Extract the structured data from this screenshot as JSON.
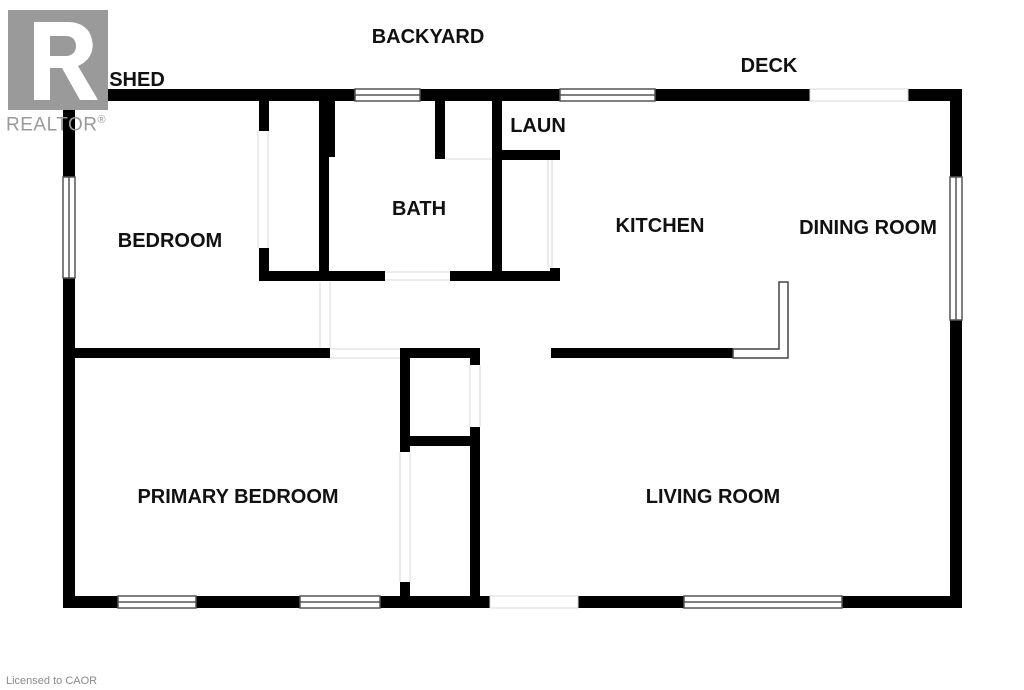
{
  "labels": {
    "backyard": "BACKYARD",
    "shed": "SHED",
    "deck": "DECK",
    "laun": "LAUN",
    "bath": "BATH",
    "kitchen": "KITCHEN",
    "dining_room": "DINING ROOM",
    "bedroom": "BEDROOM",
    "primary_bedroom": "PRIMARY BEDROOM",
    "living_room": "LIVING ROOM"
  },
  "branding": {
    "logo_text": "REALTOR",
    "logo_mark": "®",
    "license": "Licensed to CAOR"
  },
  "colors": {
    "wall": "#000000",
    "logo": "#9a9a9a"
  }
}
